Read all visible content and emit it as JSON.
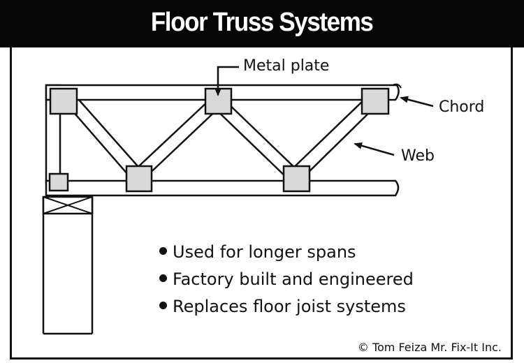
{
  "title": "Floor Truss Systems",
  "labels": {
    "metal_plate": "Metal plate",
    "chord": "Chord",
    "web": "Web"
  },
  "bullets": [
    "Used for longer spans",
    "Factory built and engineered",
    "Replaces floor joist systems"
  ],
  "copyright": "© Tom Feiza Mr. Fix-It Inc.",
  "colors": {
    "title_bar": "#050505",
    "metal_plate_fill": "#d9d9d9",
    "line": "#111111",
    "background": "#ffffff"
  }
}
